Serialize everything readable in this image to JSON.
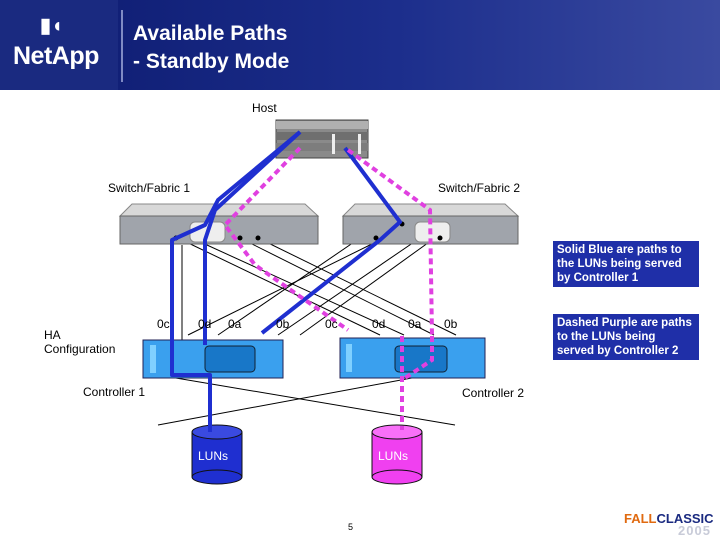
{
  "header": {
    "logo_text": "NetApp",
    "title_line1": "Available Paths",
    "title_line2": "- Standby Mode"
  },
  "labels": {
    "host": "Host",
    "switch1": "Switch/Fabric 1",
    "switch2": "Switch/Fabric 2",
    "ha": "HA Configuration",
    "controller1": "Controller 1",
    "controller2": "Controller 2",
    "luns1": "LUNs",
    "luns2": "LUNs",
    "c1_ports": [
      "0c",
      "0d",
      "0a",
      "0b"
    ],
    "c2_ports": [
      "0c",
      "0d",
      "0a",
      "0b"
    ]
  },
  "notes": {
    "blue": "Solid Blue are paths to the LUNs being served by Controller 1",
    "purple": "Dashed Purple are paths to the LUNs being served by Controller 2"
  },
  "colors": {
    "blue_path": "#1f2fd0",
    "purple_path": "#e040e0",
    "lun_blue": "#1f2fd0",
    "lun_purple": "#f040f0"
  },
  "footer": {
    "page_number": "5",
    "brand_a": "FALL",
    "brand_b": "CLASSIC",
    "year": "2005"
  }
}
